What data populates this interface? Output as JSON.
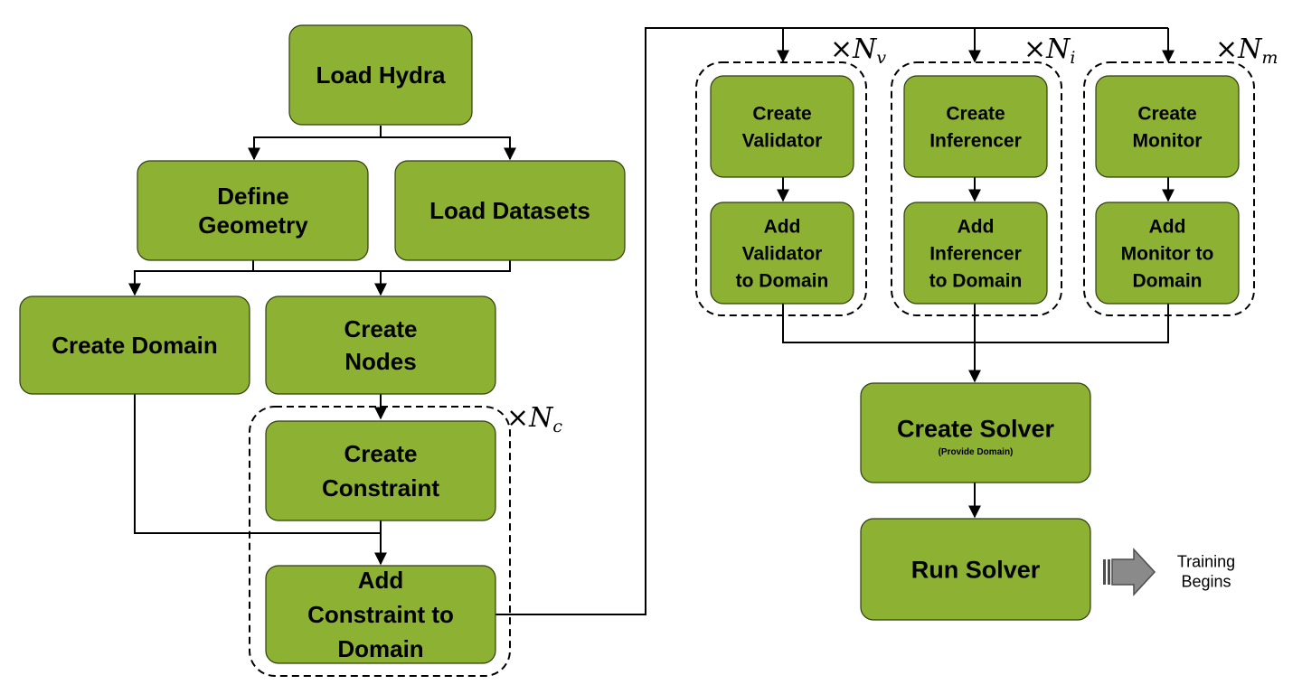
{
  "nodes": {
    "load_hydra": [
      "Load Hydra"
    ],
    "define_geometry": [
      "Define",
      "Geometry"
    ],
    "load_datasets": [
      "Load Datasets"
    ],
    "create_domain": [
      "Create Domain"
    ],
    "create_nodes": [
      "Create",
      "Nodes"
    ],
    "create_constraint": [
      "Create",
      "Constraint"
    ],
    "add_constraint": [
      "Add",
      "Constraint to",
      "Domain"
    ],
    "create_validator": [
      "Create",
      "Validator"
    ],
    "add_validator": [
      "Add",
      "Validator",
      "to Domain"
    ],
    "create_inferencer": [
      "Create",
      "Inferencer"
    ],
    "add_inferencer": [
      "Add",
      "Inferencer",
      "to Domain"
    ],
    "create_monitor": [
      "Create",
      "Monitor"
    ],
    "add_monitor": [
      "Add",
      "Monitor to",
      "Domain"
    ],
    "create_solver": [
      "Create Solver"
    ],
    "create_solver_note": "(Provide Domain)",
    "run_solver": [
      "Run Solver"
    ]
  },
  "multipliers": {
    "constraint": {
      "sym": "×",
      "var": "N",
      "sub": "c"
    },
    "validator": {
      "sym": "×",
      "var": "N",
      "sub": "v"
    },
    "inferencer": {
      "sym": "×",
      "var": "N",
      "sub": "i"
    },
    "monitor": {
      "sym": "×",
      "var": "N",
      "sub": "m"
    }
  },
  "outcome": [
    "Training",
    "Begins"
  ],
  "colors": {
    "node_fill": "#8db233",
    "node_stroke": "#2f3d10",
    "arrow_fill": "#8a8a8a"
  }
}
